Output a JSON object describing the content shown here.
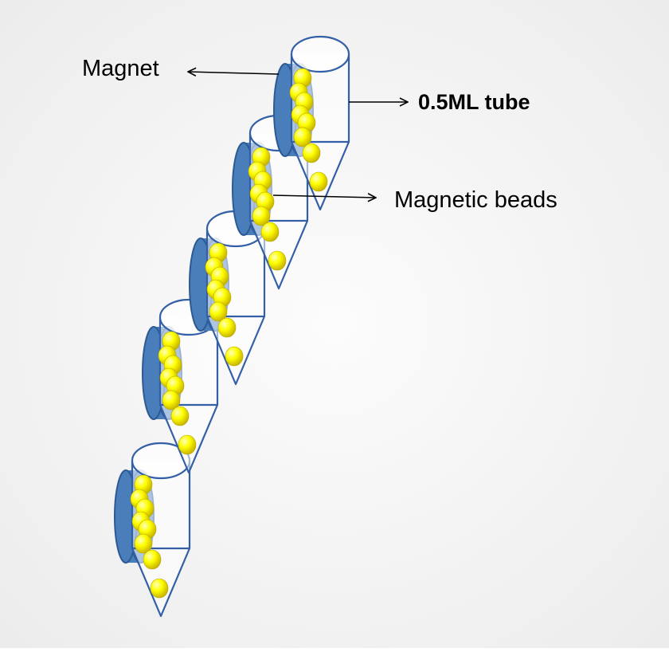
{
  "background_colors": [
    "#fcfcfc",
    "#ececec"
  ],
  "colors": {
    "magnet_fill": "#4a7ebb",
    "magnet_stroke": "#2d5a92",
    "tube_stroke": "#335fa6",
    "tube_fill": "#ffffff",
    "bead_fill": "#ffff00",
    "bead_highlight": "#ffffc0",
    "bead_shadow": "#c8b400",
    "arrow": "#000000"
  },
  "labels": {
    "magnet": "Magnet",
    "tube": "0.5ML tube",
    "beads": "Magnetic beads"
  },
  "tube_count": 5,
  "icons": {
    "magnet": "magnet-icon",
    "tube": "tube-icon",
    "bead": "bead-icon"
  }
}
